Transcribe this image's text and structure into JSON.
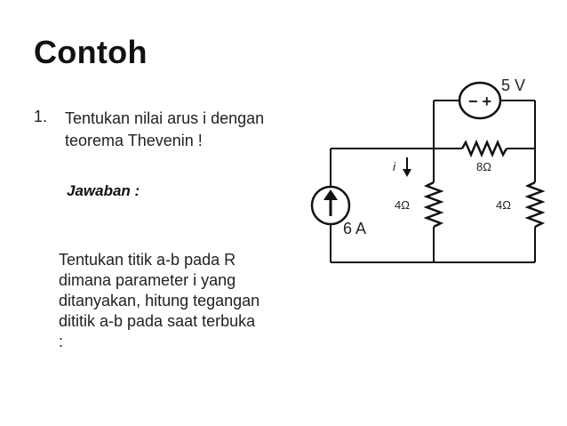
{
  "slide": {
    "title": "Contoh",
    "question_number": "1.",
    "question_line1": "Tentukan nilai arus i dengan",
    "question_line2": "teorema Thevenin !",
    "answer_label": "Jawaban :",
    "explanation_lines": [
      "Tentukan titik a-b pada R",
      "dimana parameter i yang",
      "ditanyakan, hitung tegangan",
      "dititik a-b pada saat terbuka",
      ":"
    ]
  },
  "circuit": {
    "voltage_source_label": "5 V",
    "voltage_source_polarity": "− +",
    "current_source_label": "6 A",
    "current_label": "i",
    "resistor_top_label": "8Ω",
    "resistor_middle_label": "4Ω",
    "resistor_right_label": "4Ω"
  },
  "colors": {
    "text": "#222222",
    "wire": "#111111",
    "background": "#ffffff"
  }
}
